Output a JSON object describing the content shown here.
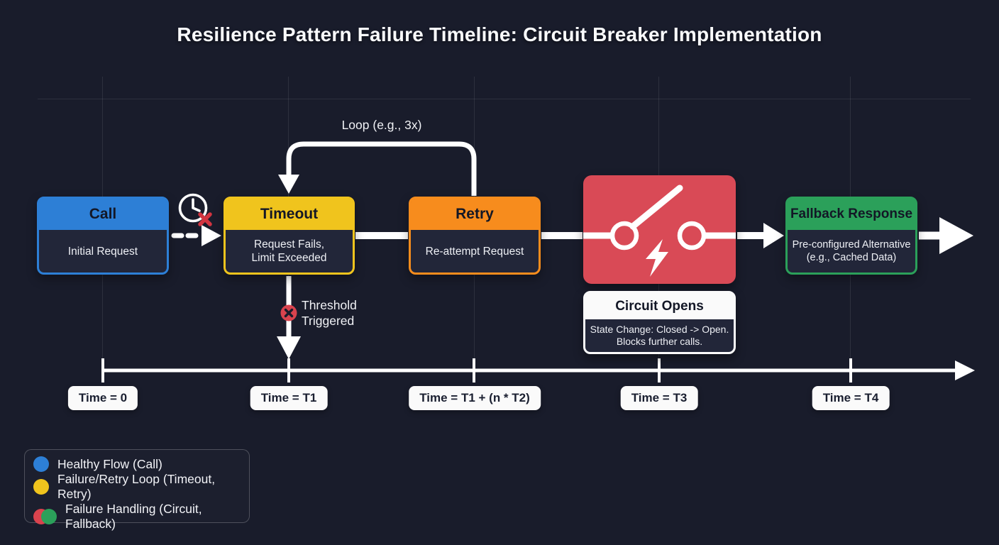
{
  "title": "Resilience Pattern Failure Timeline: Circuit Breaker Implementation",
  "flow": {
    "call": {
      "title": "Call",
      "body": "Initial Request"
    },
    "timeout": {
      "title": "Timeout",
      "body_line1": "Request Fails,",
      "body_line2": "Limit Exceeded"
    },
    "retry": {
      "title": "Retry",
      "body": "Re-attempt Request"
    },
    "fallback": {
      "title": "Fallback Response",
      "body_line1": "Pre-configured Alternative",
      "body_line2": "(e.g., Cached Data)"
    }
  },
  "circuit_note": {
    "title": "Circuit Opens",
    "body_line1": "State Change: Closed -> Open.",
    "body_line2": "Blocks further calls."
  },
  "annotations": {
    "loop_label": "Loop (e.g., 3x)",
    "threshold_line1": "Threshold",
    "threshold_line2": "Triggered"
  },
  "timeline": {
    "labels": [
      "Time = 0",
      "Time = T1",
      "Time = T1 + (n * T2)",
      "Time = T3",
      "Time = T4"
    ]
  },
  "legend": {
    "items": [
      {
        "label": "Healthy Flow (Call)",
        "color": "#2d7fd6"
      },
      {
        "label": "Failure/Retry Loop (Timeout, Retry)",
        "color": "#f0c41d"
      },
      {
        "label": "Failure Handling (Circuit, Fallback)",
        "colors": [
          "#d9434e",
          "#2ba05a"
        ]
      }
    ]
  },
  "colors": {
    "background": "#191c2b",
    "call_blue": "#2d7fd6",
    "timeout_yellow": "#f0c41d",
    "retry_orange": "#f78c1d",
    "circuit_red": "#d94a56",
    "fallback_green": "#2ba05a",
    "error_red": "#d9434e",
    "connector_white": "#ffffff"
  }
}
